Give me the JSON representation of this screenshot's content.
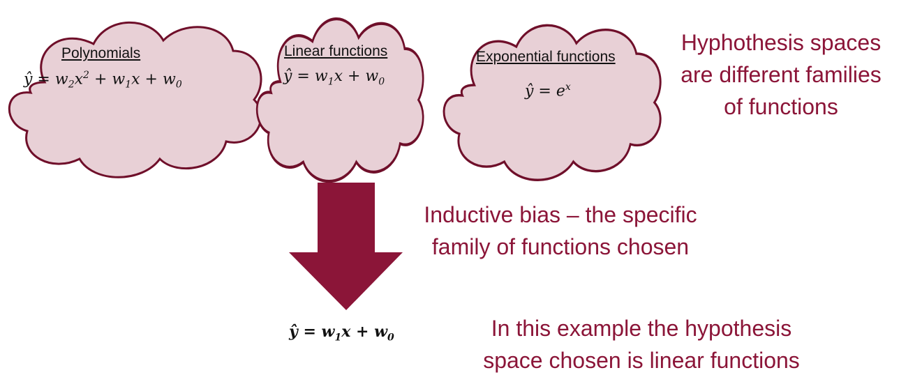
{
  "colors": {
    "cloud_fill": "#e8d0d6",
    "cloud_stroke": "#6f0f2a",
    "arrow": "#8b1538",
    "accent_text": "#8b1538"
  },
  "clouds": [
    {
      "label": "Polynomials",
      "equation": "ŷ = w₂x² + w₁x + w₀"
    },
    {
      "label": "Linear functions",
      "equation": "ŷ = w₁x + w₀"
    },
    {
      "label": "Exponential functions",
      "equation": "ŷ = eˣ"
    }
  ],
  "notes": {
    "hypothesis_spaces": [
      "Hyphothesis spaces",
      "are different families",
      "of functions"
    ],
    "inductive_bias": [
      "Inductive bias – the specific",
      "family of functions chosen"
    ],
    "example": [
      "In this example the hypothesis",
      "space chosen is linear functions"
    ]
  },
  "chosen_equation": "ŷ = w₁x + w₀"
}
